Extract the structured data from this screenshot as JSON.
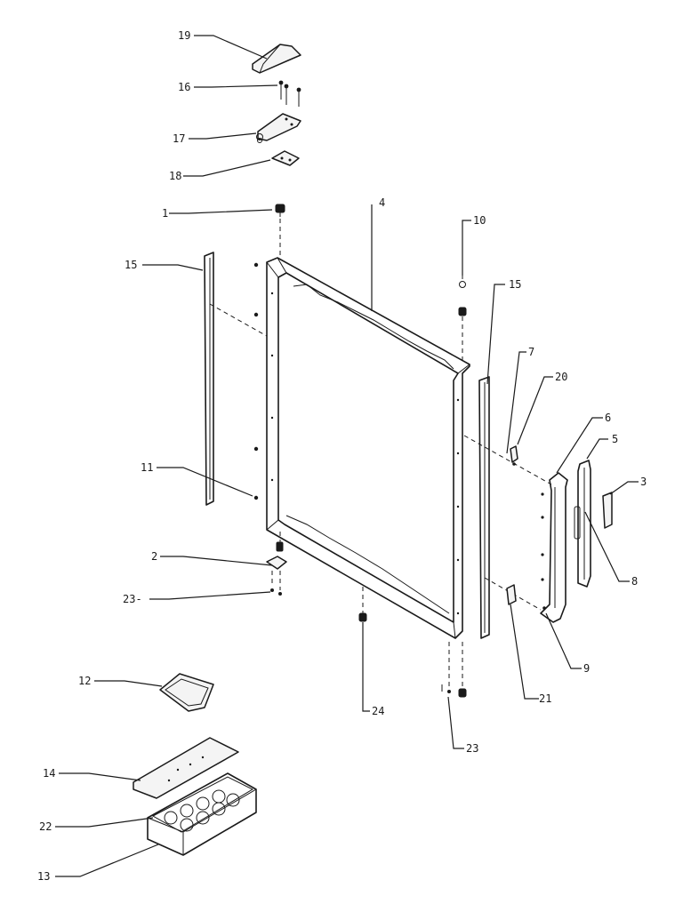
{
  "diagram": {
    "callouts": [
      {
        "id": "c19",
        "label": "19"
      },
      {
        "id": "c16",
        "label": "16"
      },
      {
        "id": "c17",
        "label": "17"
      },
      {
        "id": "c18",
        "label": "18"
      },
      {
        "id": "c1",
        "label": "1"
      },
      {
        "id": "c4",
        "label": "4"
      },
      {
        "id": "c10",
        "label": "10"
      },
      {
        "id": "c15a",
        "label": "15"
      },
      {
        "id": "c15b",
        "label": "15"
      },
      {
        "id": "c7",
        "label": "7"
      },
      {
        "id": "c20",
        "label": "20"
      },
      {
        "id": "c6",
        "label": "6"
      },
      {
        "id": "c5",
        "label": "5"
      },
      {
        "id": "c3",
        "label": "3"
      },
      {
        "id": "c8",
        "label": "8"
      },
      {
        "id": "c11",
        "label": "11"
      },
      {
        "id": "c2",
        "label": "2"
      },
      {
        "id": "c23a",
        "label": "23-"
      },
      {
        "id": "c9",
        "label": "9"
      },
      {
        "id": "c21",
        "label": "21"
      },
      {
        "id": "c24",
        "label": "24"
      },
      {
        "id": "c23b",
        "label": "23"
      },
      {
        "id": "c12",
        "label": "12"
      },
      {
        "id": "c14",
        "label": "14"
      },
      {
        "id": "c22",
        "label": "22"
      },
      {
        "id": "c13",
        "label": "13"
      }
    ]
  }
}
